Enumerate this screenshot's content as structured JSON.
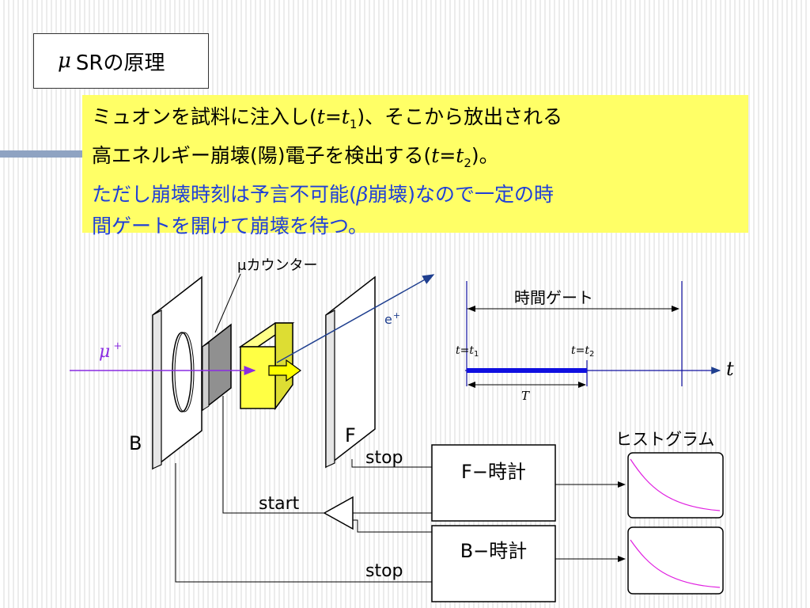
{
  "title": {
    "mu": "μ",
    "text": "SRの原理"
  },
  "note": {
    "l1_a": "ミュオンを試料に注入し(",
    "t1_t": "t",
    "t1_eq": "=",
    "t1_t2": "t",
    "t1_sub": "1",
    "l1_b": ")、そこから放出される",
    "l2_a": "高エネルギー崩壊(陽)電子を検出する(",
    "t2_t": "t",
    "t2_eq": "=",
    "t2_t2": "t",
    "t2_sub": "2",
    "l2_b": ")。",
    "l3": "ただし崩壊時刻は予言不可能(",
    "l3_beta": "β",
    "l3_b": "崩壊)なので一定の時",
    "l4": "間ゲートを開けて崩壊を待つ。"
  },
  "diagram": {
    "mu_counter": "μカウンター",
    "mu_plus": "μ",
    "mu_plus_sup": "+",
    "e_plus": "e",
    "e_plus_sup": "+",
    "label_B": "B",
    "label_F": "F",
    "stop_top": "stop",
    "start": "start",
    "stop_bottom": "stop",
    "clock_F": "F−時計",
    "clock_B": "B−時計",
    "histogram": "ヒストグラム",
    "gate": "時間ゲート",
    "t1": {
      "t": "t",
      "eq": "=",
      "t2": "t",
      "sub": "1"
    },
    "t2": {
      "t": "t",
      "eq": "=",
      "t2": "t",
      "sub": "2"
    },
    "T": "T",
    "t_axis": "t"
  },
  "colors": {
    "note_bg": "#ffff66",
    "blue_text": "#1f3fd8",
    "mu_beam": "#8a2be2",
    "positron": "#1f3f8f",
    "gate_bar": "#1010e0",
    "sample": "#ffff44",
    "decay_curve": "#e020e0"
  }
}
